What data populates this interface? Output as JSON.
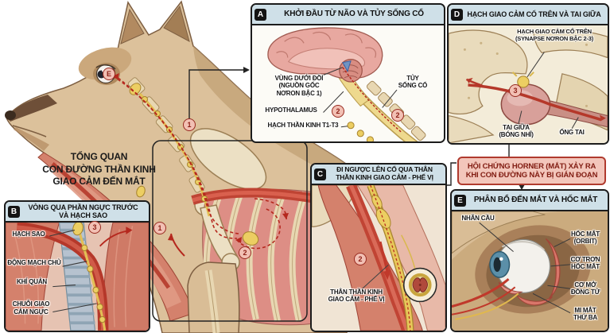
{
  "overview": {
    "title": "TỔNG QUAN\nCON ĐƯỜNG THẦN KINH\nGIAO CẢM ĐẾN MẮT"
  },
  "horner_box": {
    "text": "HỘI CHỨNG HORNER (MẮT) XẢY RA\nKHI CON ĐƯỜNG NÀY BỊ GIÁN ĐOẠN"
  },
  "panels": {
    "a": {
      "letter": "A",
      "title": "KHỞI ĐẦU TỪ NÃO VÀ TỦY SỐNG CỔ",
      "labels": {
        "vung_duoi_doi": "VÙNG DƯỚI ĐỒI\n(NGUỒN GỐC\nNƠRON BẬC 1)",
        "hypothalamus": "HYPOTHALAMUS",
        "hach_t1t3": "HẠCH THẦN KINH T1-T3",
        "tuy_song_co": "TỦY\nSỐNG CỔ"
      }
    },
    "b": {
      "letter": "B",
      "title": "VÒNG QUA PHẦN NGỰC TRƯỚC VÀ HẠCH SAO",
      "labels": {
        "hach_sao": "HẠCH SAO",
        "dong_mach_chu": "ĐỘNG MẠCH CHỦ",
        "khi_quan": "KHÍ QUẢN",
        "chuoi_giao_cam": "CHUỖI GIAO\nCẢM NGỰC"
      }
    },
    "c": {
      "letter": "C",
      "title": "ĐI NGƯỢC LÊN CỔ QUA THÂN THẦN KINH GIAO CẢM - PHẾ VỊ",
      "labels": {
        "than_than_kinh": "THÂN THẦN KINH\nGIAO CẢM - PHẾ VỊ"
      }
    },
    "d": {
      "letter": "D",
      "title": "HẠCH GIAO CẢM CỔ TRÊN VÀ TAI GIỮA",
      "labels": {
        "hach_co_tren": "HẠCH GIAO CẢM CỔ TRÊN\n(SYNAPSE NƠRON BẬC 2-3)",
        "tai_giua": "TAI GIỮA\n(BÓNG NHĨ)",
        "ong_tai": "ỐNG TAI"
      }
    },
    "e": {
      "letter": "E",
      "title": "PHÂN BỔ ĐẾN MẮT VÀ HỐC MẮT",
      "labels": {
        "nhan_cau": "NHÃN CẦU",
        "hoc_mat": "HỐC MẮT\n(ORBIT)",
        "co_tron": "CƠ TRƠN\nHỐC MẮT",
        "co_mo": "CƠ MỞ\nĐỒNG TỬ",
        "mi_mat": "MI MẮT\nTHỨ BA"
      }
    }
  },
  "markers": {
    "eye_e": "E",
    "neck_1": "1",
    "shoulder_1": "1",
    "chest_2": "2",
    "a_2a": "2",
    "a_2b": "2",
    "b_3": "3",
    "c_2": "2",
    "d_3": "3"
  },
  "colors": {
    "header_bg": "#cfe0e8",
    "panel_border": "#1c1c1c",
    "horner_bg": "#f3c6bb",
    "horner_border": "#b03a2e",
    "horner_text": "#811c12",
    "pathway_red": "#b5281e",
    "nerve_yellow": "#e8c75a",
    "artery_red": "#c14434",
    "bone_beige": "#e9dbbc",
    "muscle_pink": "#d4816c",
    "body_tan": "#dcc19b"
  }
}
